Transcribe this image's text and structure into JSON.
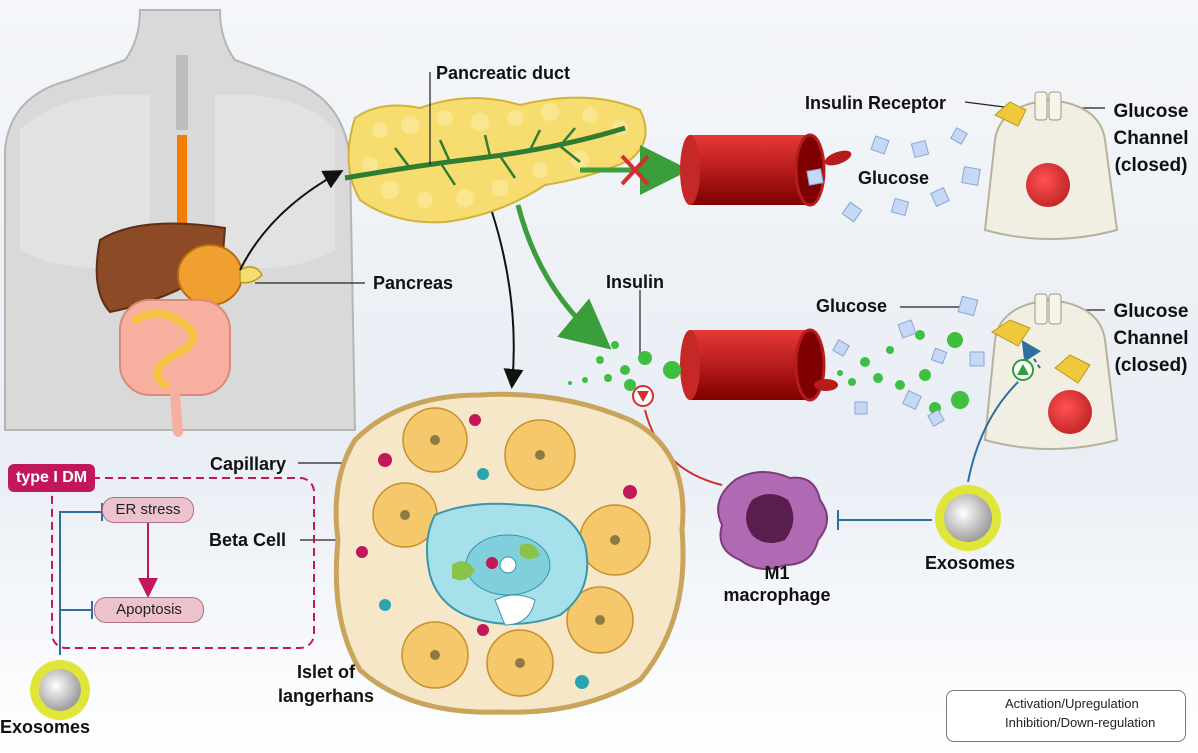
{
  "labels": {
    "pancreatic_duct": "Pancreatic duct",
    "insulin_receptor": "Insulin Receptor",
    "glucose_channel_1": "Glucose\nChannel\n(closed)",
    "glucose_1": "Glucose",
    "pancreas": "Pancreas",
    "insulin": "Insulin",
    "glucose_2": "Glucose",
    "glucose_channel_2": "Glucose\nChannel\n(closed)",
    "capillary": "Capillary",
    "beta_cell": "Beta Cell",
    "islet": "Islet of\nlangerhans",
    "m1_macrophage": "M1\nmacrophage",
    "exosomes_right": "Exosomes",
    "exosomes_left": "Exosomes",
    "type1dm": "type I DM",
    "er_stress": "ER stress",
    "apoptosis": "Apoptosis"
  },
  "legend": {
    "activation": "Activation/Upregulation",
    "inhibition": "Inhibition/Down-regulation"
  },
  "colors": {
    "activation": "#2e9e3a",
    "inhibition": "#d32f2f",
    "inhibit_line": "#2f6f9f",
    "type1dm": "#c2185b",
    "pancreas": "#f7dc6f",
    "vessel": "#b71c1c",
    "insulin": "#4caf50"
  }
}
